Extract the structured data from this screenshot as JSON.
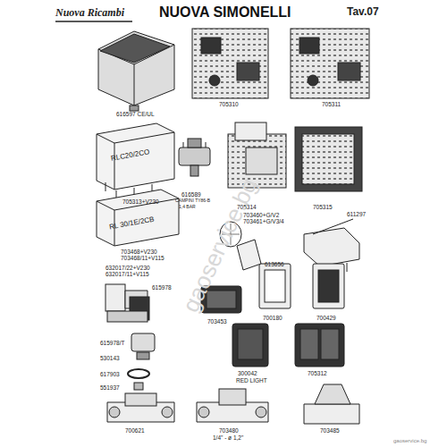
{
  "diagram": {
    "title": "NUOVA SIMONELLI",
    "labels": [
      "Nuova Ricambi",
      "Tav.07",
      "616597 CE/UL",
      "705310",
      "705311",
      "RLC20/2CO",
      "705313+V230",
      "616589",
      "CAMPINI TY86-B",
      "1,4 BAR",
      "705314",
      "705315",
      "RL 30/1E/2CB",
      "703468+V230",
      "703468/11+V115",
      "703460+G/V2",
      "703461+G/V3/4",
      "611297",
      "613656",
      "632017/22+V230",
      "632017/11+V115",
      "615978",
      "703453",
      "700180",
      "700429",
      "615978/T",
      "530143",
      "617903",
      "551937",
      "300042",
      "RED LIGHT",
      "705312",
      "700621",
      "703480",
      "1/4\" - ø 1,2\"",
      "703485",
      "gaoservice.bg",
      "gaoservice.bg"
    ]
  }
}
